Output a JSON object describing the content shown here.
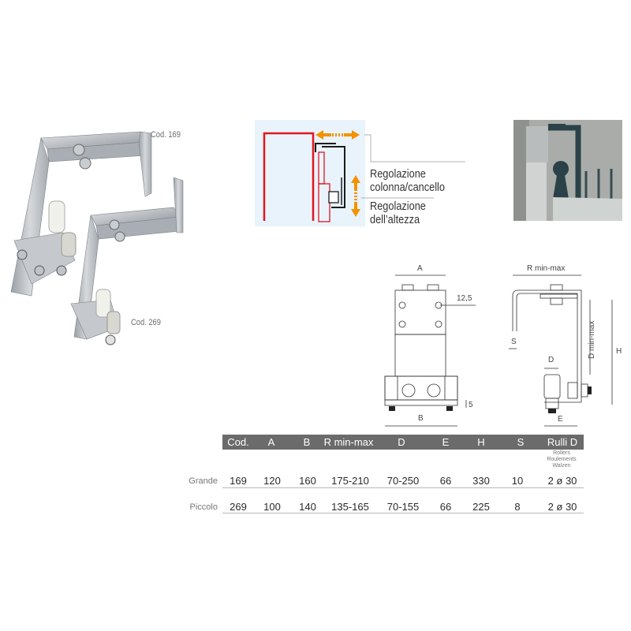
{
  "products": {
    "large_label": "Cod. 169",
    "small_label": "Cod. 269"
  },
  "adjustment_diagram": {
    "label_1_line1": "Regolazione",
    "label_1_line2": "colonna/cancello",
    "label_2_line1": "Regolazione",
    "label_2_line2": "dell’altezza",
    "colors": {
      "frame": "#e2161f",
      "bracket": "#1c1c1c",
      "arrow": "#f39200",
      "background": "#e8f3fb"
    }
  },
  "front_view": {
    "dim_a": "A",
    "dim_b": "B",
    "dim_hole": "12,5",
    "dim_plate": "5"
  },
  "side_view": {
    "dim_r": "R min-max",
    "dim_s": "S",
    "dim_d_range": "D min-max",
    "dim_h": "H",
    "dim_d": "D",
    "dim_e": "E"
  },
  "table": {
    "headers": [
      "Cod.",
      "A",
      "B",
      "R min-max",
      "D",
      "E",
      "H",
      "S",
      "Rulli D"
    ],
    "rollers_note": [
      "Rollers",
      "Roulements",
      "Walzen"
    ],
    "rows": [
      {
        "label": "Grande",
        "values": [
          "169",
          "120",
          "160",
          "175-210",
          "70-250",
          "66",
          "330",
          "10",
          "2 ø 30"
        ]
      },
      {
        "label": "Piccolo",
        "values": [
          "269",
          "100",
          "140",
          "135-165",
          "70-155",
          "66",
          "225",
          "8",
          "2 ø 30"
        ]
      }
    ],
    "header_color": "#6b6b6b"
  }
}
